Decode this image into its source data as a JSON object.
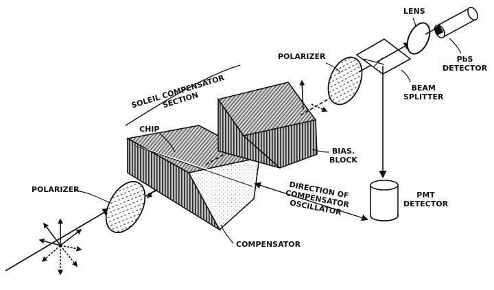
{
  "labels": {
    "soleil_section": [
      "SOLEIL COMPENSATOR",
      "SECTION"
    ],
    "chip": "CHIP",
    "polarizer_left": "POLARIZER",
    "compensator": "COMPENSATOR",
    "direction": [
      "DIRECTION OF",
      "COMPENSATOR",
      "OSCILLATOR"
    ],
    "bias_block": [
      "BIAS.",
      "BLOCK"
    ],
    "polarizer_right": "POLARIZER",
    "lens": "LENS",
    "pbs_detector": [
      "PbS",
      "DETECTOR"
    ],
    "beam_splitter": [
      "BEAM",
      "SPLITTER"
    ],
    "pmt_detector": [
      "PMT",
      "DETECTOR"
    ]
  }
}
